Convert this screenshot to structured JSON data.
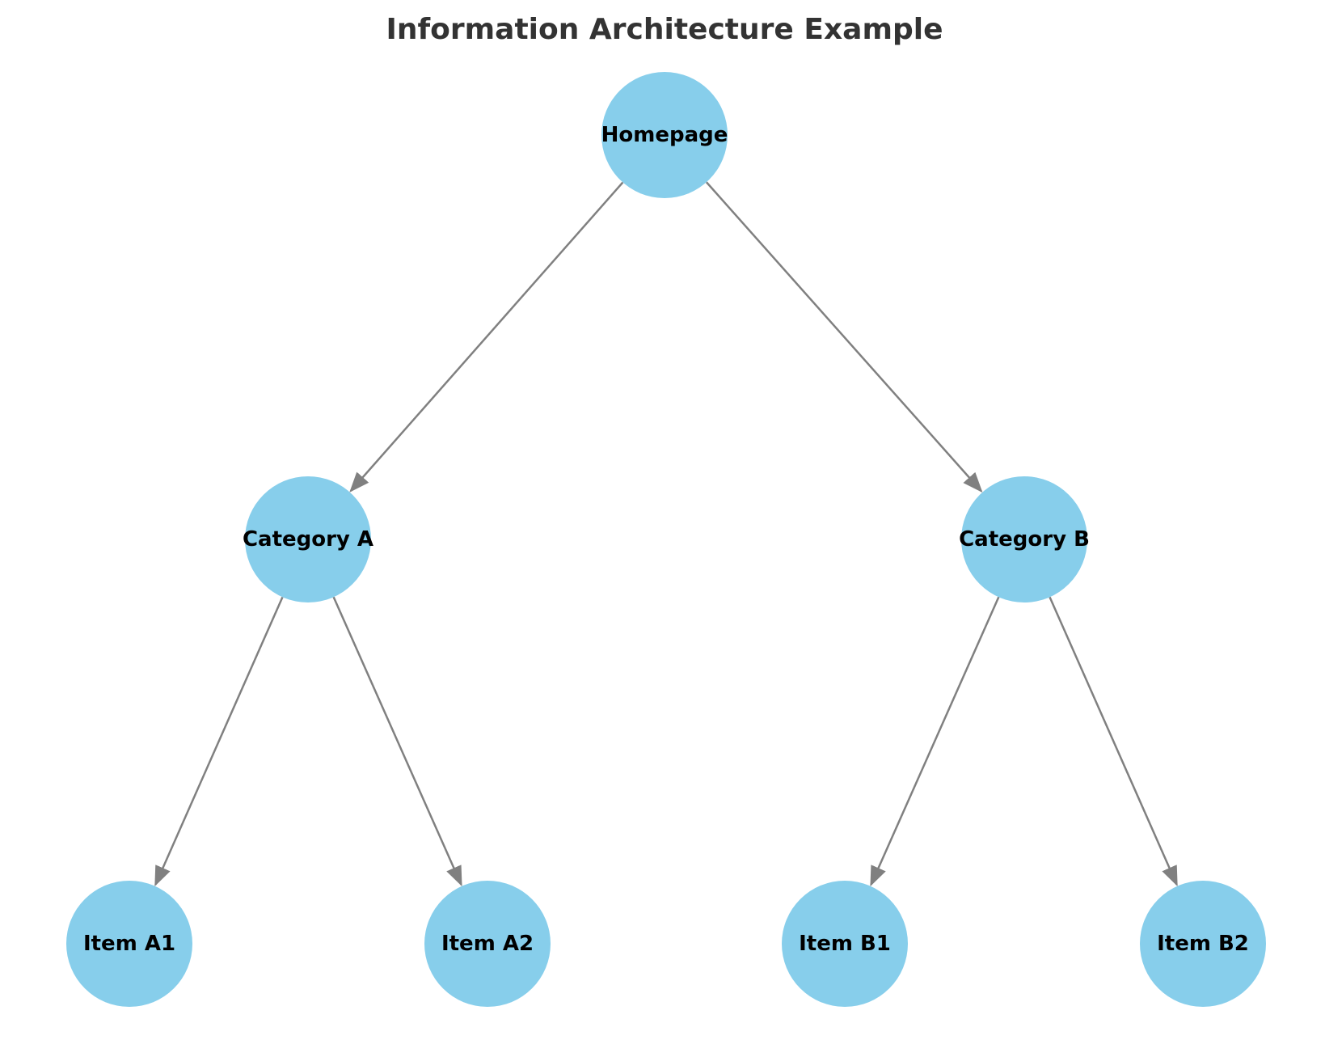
{
  "title": "Information Architecture Example",
  "colors": {
    "node_fill": "#87CEEB",
    "edge": "#808080",
    "title": "#333333",
    "label": "#000000"
  },
  "nodes": [
    {
      "id": "homepage",
      "label": "Homepage",
      "level": 0
    },
    {
      "id": "category-a",
      "label": "Category A",
      "level": 1,
      "parent": "homepage"
    },
    {
      "id": "category-b",
      "label": "Category B",
      "level": 1,
      "parent": "homepage"
    },
    {
      "id": "item-a1",
      "label": "Item A1",
      "level": 2,
      "parent": "category-a"
    },
    {
      "id": "item-a2",
      "label": "Item A2",
      "level": 2,
      "parent": "category-a"
    },
    {
      "id": "item-b1",
      "label": "Item B1",
      "level": 2,
      "parent": "category-b"
    },
    {
      "id": "item-b2",
      "label": "Item B2",
      "level": 2,
      "parent": "category-b"
    }
  ],
  "edges": [
    {
      "from": "homepage",
      "to": "category-a"
    },
    {
      "from": "homepage",
      "to": "category-b"
    },
    {
      "from": "category-a",
      "to": "item-a1"
    },
    {
      "from": "category-a",
      "to": "item-a2"
    },
    {
      "from": "category-b",
      "to": "item-b1"
    },
    {
      "from": "category-b",
      "to": "item-b2"
    }
  ]
}
